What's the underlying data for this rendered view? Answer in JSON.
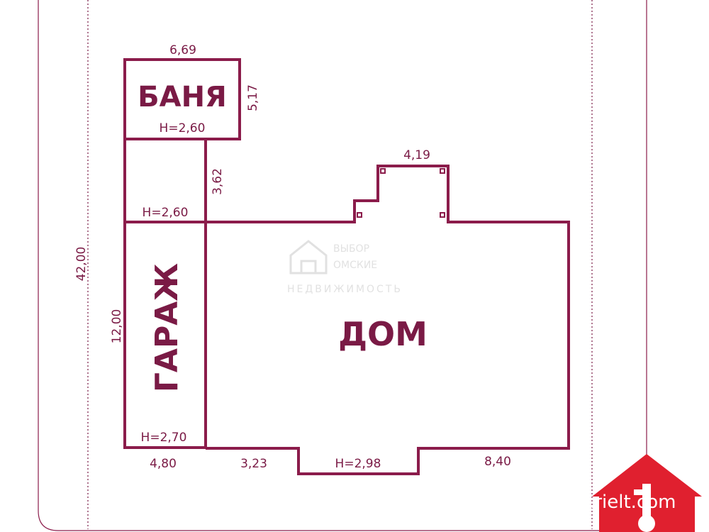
{
  "buildings": {
    "banya": {
      "name": "БАНЯ",
      "width": "6,69",
      "depth": "5,17",
      "height": "H=2,60"
    },
    "passage": {
      "height": "H=2,60",
      "length": "3,62"
    },
    "garage": {
      "name": "ГАРАЖ",
      "length": "12,00",
      "width": "4,80",
      "height": "H=2,70"
    },
    "house": {
      "name": "ДОМ",
      "porch_width": "4,19",
      "bottom_left": "3,23",
      "height": "H=2,98",
      "bottom_right": "8,40"
    }
  },
  "plot": {
    "length": "42,00"
  },
  "watermark": {
    "line1": "ВЫБОР",
    "line2": "ОМСКИЕ",
    "line3": "НЕДВИЖИМОСТЬ"
  },
  "brand": {
    "site": "omskrielt.com",
    "icon": "house-key-logo-icon",
    "color": "#e0202f"
  },
  "colors": {
    "wall": "#8b1c4b"
  }
}
